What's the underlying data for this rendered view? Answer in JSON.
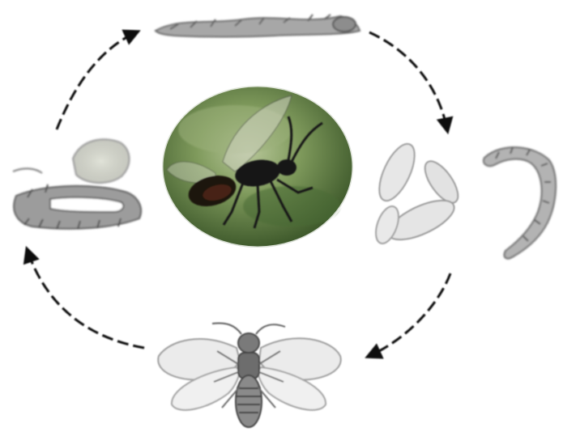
{
  "diagram": {
    "stages": [
      {
        "id": "larva-on-leaf",
        "icon": "larva-icon"
      },
      {
        "id": "eggs-and-larva",
        "icon": "eggs-icon"
      },
      {
        "id": "adult-wasp-drawing",
        "icon": "wasp-icon"
      },
      {
        "id": "pupa-cocoons",
        "icon": "cocoon-icon"
      }
    ],
    "center_photo": {
      "icon": "wasp-photo-icon"
    },
    "arrow_direction": "clockwise",
    "colors": {
      "arrow": "#111111",
      "sketch": "#7a7a7a",
      "photo_bg": "#6e8a4f",
      "wasp_body": "#151515"
    }
  }
}
